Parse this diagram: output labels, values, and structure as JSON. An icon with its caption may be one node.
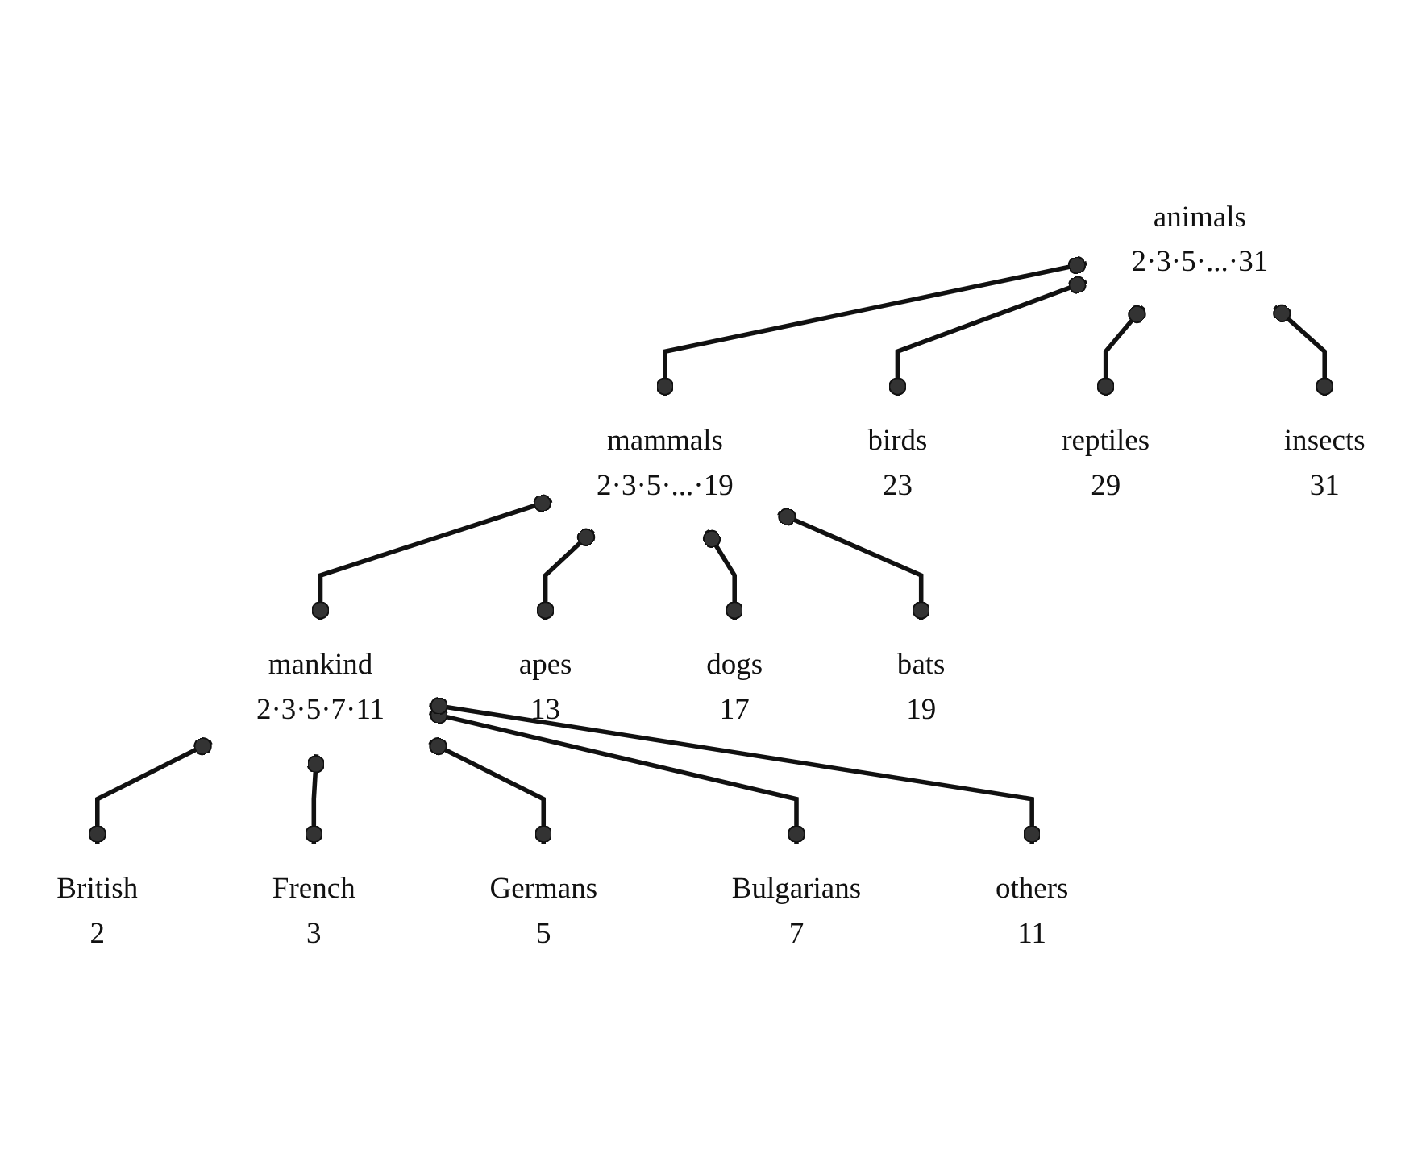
{
  "diagram": {
    "nodes": [
      {
        "text": [
          "animals",
          "2·3·5·...·31"
        ]
      },
      {
        "text": [
          "mammals",
          "2·3·5·...·19"
        ]
      },
      {
        "text": [
          "birds",
          "23"
        ]
      },
      {
        "text": [
          "reptiles",
          "29"
        ]
      },
      {
        "text": [
          "insects",
          "31"
        ]
      },
      {
        "text": [
          "mankind",
          "2·3·5·7·11"
        ]
      },
      {
        "text": [
          "apes",
          "13"
        ]
      },
      {
        "text": [
          "dogs",
          "17"
        ]
      },
      {
        "text": [
          "bats",
          "19"
        ]
      },
      {
        "text": [
          "British",
          "2"
        ]
      },
      {
        "text": [
          "French",
          "3"
        ]
      },
      {
        "text": [
          "Germans",
          "5"
        ]
      },
      {
        "text": [
          "Bulgarians",
          "7"
        ]
      },
      {
        "text": [
          "others",
          "11"
        ]
      }
    ],
    "edges": [
      {
        "from": 0,
        "to": 1,
        "arrow": "other"
      },
      {
        "from": 0,
        "to": 2,
        "arrow": "other"
      },
      {
        "from": 0,
        "to": 3,
        "arrow": "other"
      },
      {
        "from": 0,
        "to": 4,
        "arrow": "other"
      },
      {
        "from": 1,
        "to": 5,
        "arrow": "other"
      },
      {
        "from": 1,
        "to": 6,
        "arrow": "other"
      },
      {
        "from": 1,
        "to": 7,
        "arrow": "other"
      },
      {
        "from": 1,
        "to": 8,
        "arrow": "other"
      },
      {
        "from": 5,
        "to": 9,
        "arrow": "other"
      },
      {
        "from": 5,
        "to": 10,
        "arrow": "other"
      },
      {
        "from": 5,
        "to": 11,
        "arrow": "other"
      },
      {
        "from": 5,
        "to": 12,
        "arrow": "other"
      },
      {
        "from": 5,
        "to": 13,
        "arrow": "other"
      }
    ]
  }
}
